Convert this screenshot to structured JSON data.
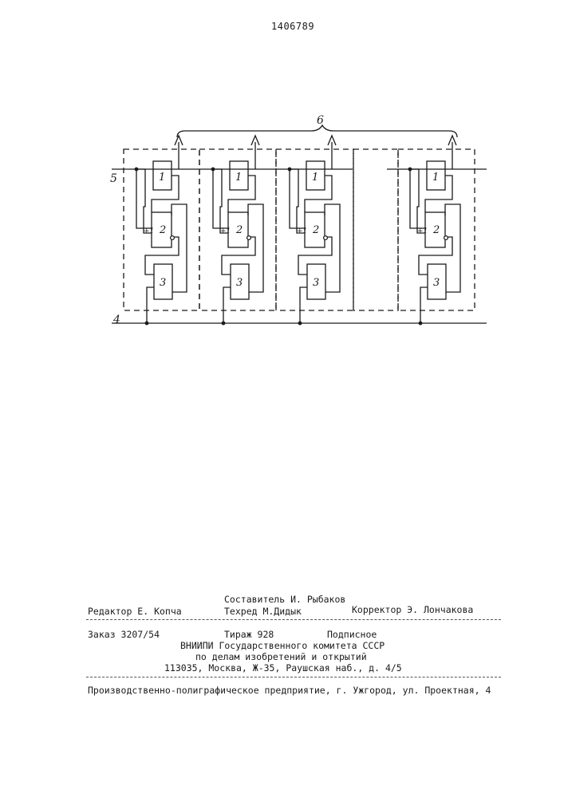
{
  "header": {
    "patent_number": "1406789"
  },
  "figure": {
    "label_bus_top": "6",
    "label_line_5": "5",
    "label_line_4": "4",
    "block_labels": [
      "1",
      "2",
      "3"
    ],
    "input_label": "+1"
  },
  "colophon": {
    "compiler": "Составитель И. Рыбаков",
    "editor": "Редактор Е. Копча",
    "techred": "Техред М.Дидык",
    "corrector": "Корректор Э. Лончакова",
    "order": "Заказ 3207/54",
    "circulation": "Тираж 928",
    "subscription": "Подписное",
    "org_line1": "ВНИИПИ Государственного комитета СССР",
    "org_line2": "по делам изобретений и открытий",
    "org_line3": "113035, Москва, Ж-35, Раушская наб., д. 4/5",
    "printer": "Производственно-полиграфическое предприятие, г. Ужгород, ул. Проектная, 4"
  }
}
